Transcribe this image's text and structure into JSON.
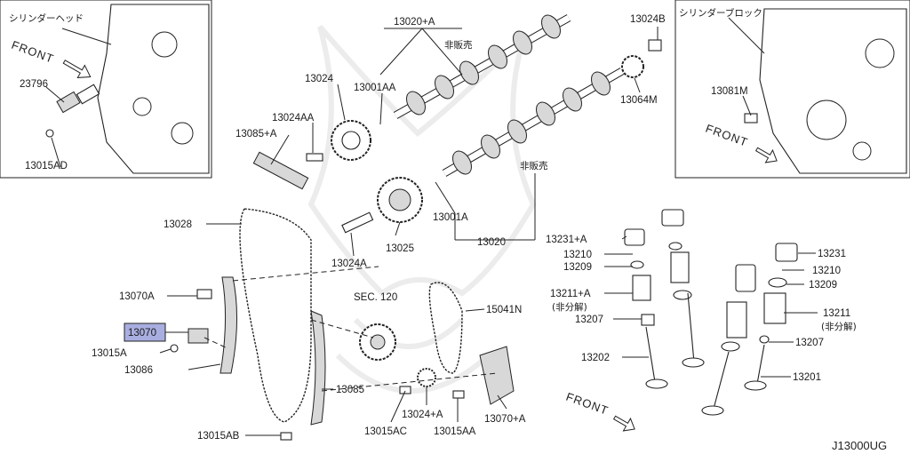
{
  "diagram": {
    "ref_code": "J13000UG",
    "front_labels": [
      "FRONT",
      "FRONT",
      "FRONT"
    ],
    "inset_left": {
      "caption": "シリンダーヘッド",
      "parts": [
        "23796",
        "13015AD"
      ]
    },
    "inset_right": {
      "caption": "シリンダーブロック",
      "parts": [
        "13081M"
      ]
    },
    "not_sold": [
      "非販売",
      "非販売"
    ],
    "disassembly_note": [
      "(非分解)",
      "(非分解)"
    ],
    "highlighted_part": "13070",
    "part_labels": {
      "p13020A": "13020+A",
      "p13024B": "13024B",
      "p13024": "13024",
      "p13001AA": "13001AA",
      "p13064M": "13064M",
      "p13024AA": "13024AA",
      "p13085A": "13085+A",
      "p13028": "13028",
      "p13001A": "13001A",
      "p13025": "13025",
      "p13020": "13020",
      "p13024A": "13024A",
      "p13070A": "13070A",
      "p13070": "13070",
      "p13015A": "13015A",
      "p13086": "13086",
      "sec120": "SEC. 120",
      "p15041N": "15041N",
      "p13085": "13085",
      "p13024pA": "13024+A",
      "p13070pA": "13070+A",
      "p13015AC": "13015AC",
      "p13015AA": "13015AA",
      "p13015AB": "13015AB",
      "p13231A": "13231+A",
      "p13210L": "13210",
      "p13209L": "13209",
      "p13211A": "13211+A",
      "p13207L": "13207",
      "p13202": "13202",
      "p13231": "13231",
      "p13210R": "13210",
      "p13209R": "13209",
      "p13211": "13211",
      "p13207R": "13207",
      "p13201": "13201"
    }
  }
}
